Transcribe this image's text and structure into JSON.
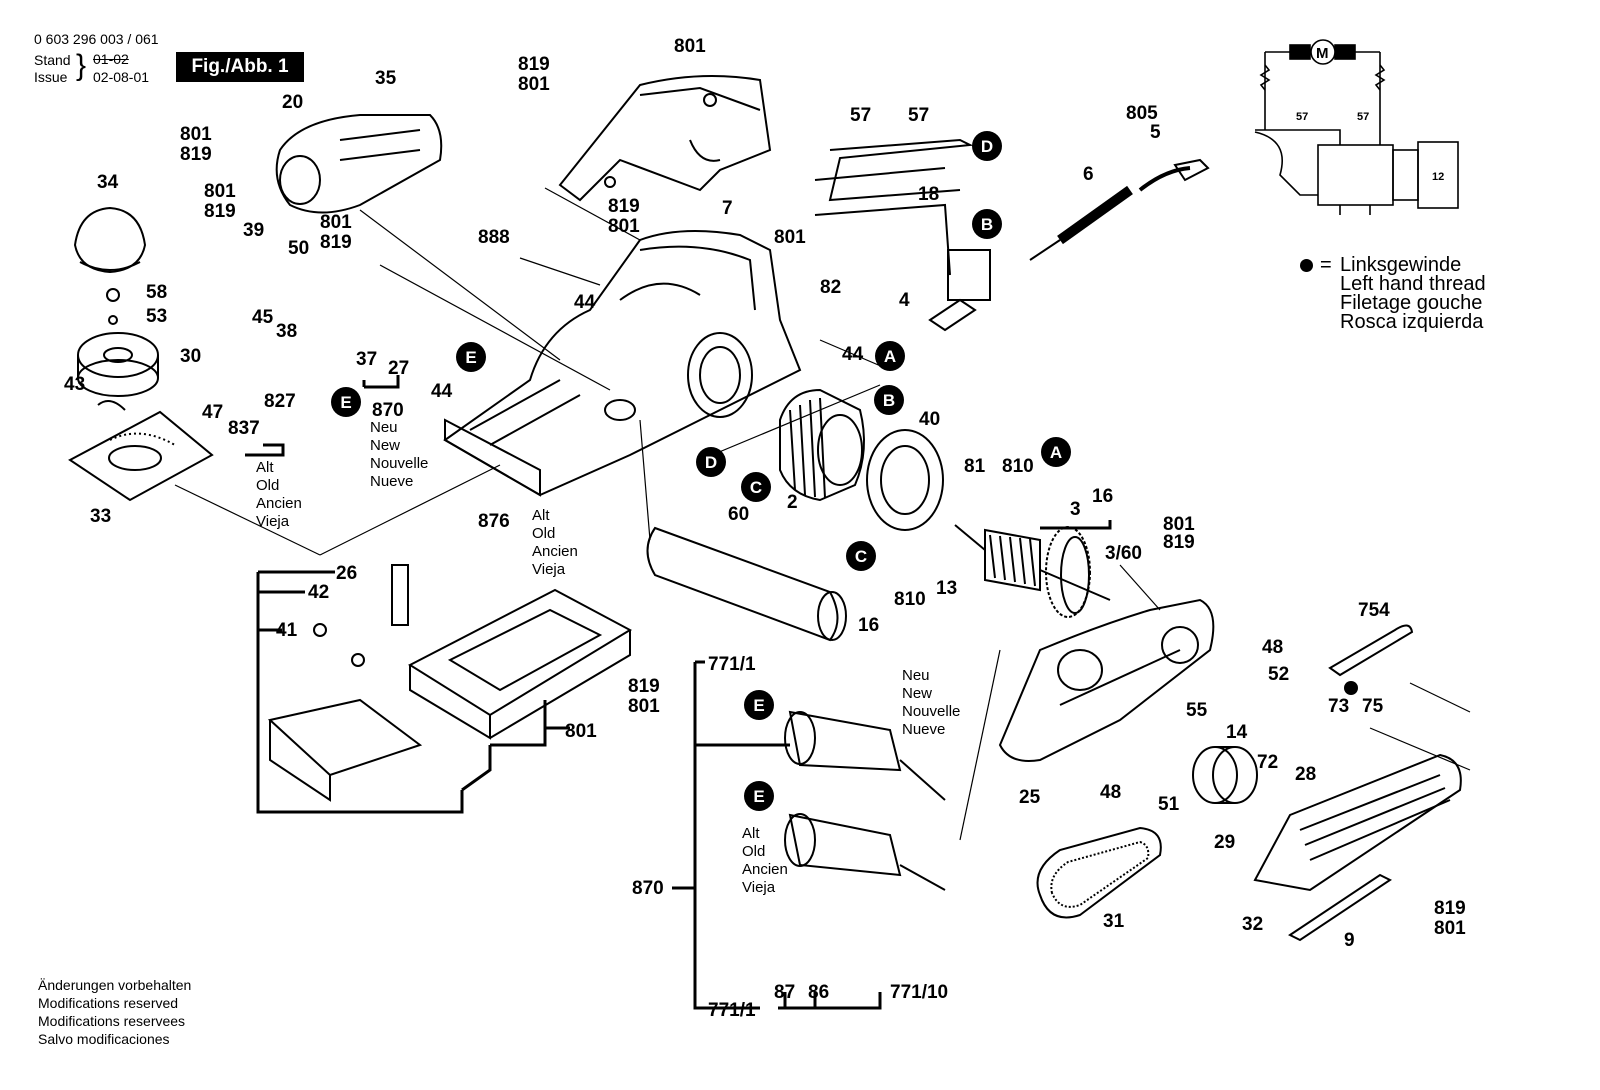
{
  "header": {
    "doc_number": "0 603 296 003 / 061",
    "stand_label": "Stand",
    "issue_label": "Issue",
    "old_date": "01-02",
    "issue_date": "02-08-01",
    "figure_label": "Fig./Abb. 1"
  },
  "legend": {
    "symbol_meaning": [
      "Linksgewinde",
      "Left hand thread",
      "Filetage gouche",
      "Rosca izquierda"
    ]
  },
  "footer": {
    "notes": [
      "Änderungen vorbehalten",
      "Modifications reserved",
      "Modifications reservees",
      "Salvo modificaciones"
    ]
  },
  "variant_labels": {
    "old": [
      "Alt",
      "Old",
      "Ancien",
      "Vieja"
    ],
    "new": [
      "Neu",
      "New",
      "Nouvelle",
      "Nueve"
    ]
  },
  "connector_letters": [
    "A",
    "B",
    "C",
    "D",
    "E"
  ],
  "schematic": {
    "motor_symbol": "M",
    "terminal_label": "57",
    "switch_label": "12"
  },
  "part_numbers": [
    "801",
    "819",
    "35",
    "20",
    "34",
    "58",
    "53",
    "30",
    "43",
    "47",
    "33",
    "39",
    "50",
    "45",
    "38",
    "837",
    "827",
    "37",
    "27",
    "870",
    "44",
    "888",
    "7",
    "82",
    "57",
    "18",
    "4",
    "805",
    "5",
    "6",
    "40",
    "81",
    "810",
    "16",
    "2",
    "3",
    "3/60",
    "13",
    "60",
    "876",
    "26",
    "42",
    "41",
    "771/1",
    "9",
    "754",
    "48",
    "52",
    "73",
    "75",
    "14",
    "55",
    "28",
    "25",
    "51",
    "72",
    "29",
    "31",
    "32",
    "87",
    "86",
    "771/10",
    "12"
  ]
}
